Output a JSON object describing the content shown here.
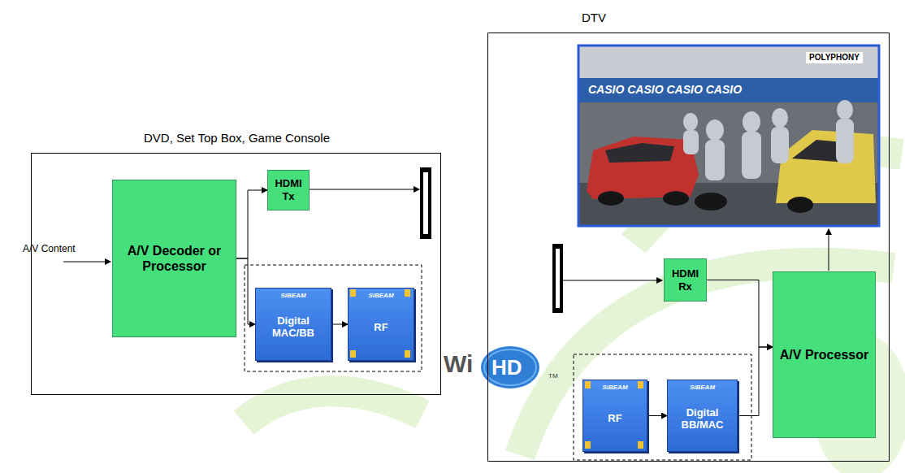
{
  "diagram": {
    "nodes": [
      {
        "text": [
          "DVD, Set Top Box, Game Console"
        ]
      },
      {
        "text": [
          "A/V Decoder or Processor"
        ],
        "in": 0
      },
      {
        "text": [
          "HDMI Tx"
        ],
        "in": 0
      },
      {
        "text": [
          "SiBEAM",
          "Digital MAC/BB"
        ],
        "in": 0
      },
      {
        "text": [
          "SiBEAM",
          "RF"
        ],
        "in": 0
      },
      {
        "text": [
          "DTV"
        ]
      },
      {
        "text": [
          "HDMI Rx"
        ],
        "in": 5
      },
      {
        "text": [
          "SiBEAM",
          "RF"
        ],
        "in": 5
      },
      {
        "text": [
          "SiBEAM",
          "Digital BB/MAC"
        ],
        "in": 5
      },
      {
        "text": [
          "A/V Processor"
        ],
        "in": 5
      }
    ],
    "edges": [
      {
        "from": 1,
        "to": 2,
        "arrow": "to"
      },
      {
        "from": 1,
        "to": 3,
        "arrow": "to"
      },
      {
        "from": 3,
        "to": 4,
        "arrow": "to"
      },
      {
        "from": 7,
        "to": 8,
        "arrow": "to"
      },
      {
        "from": 6,
        "to": 9,
        "arrow": "to"
      },
      {
        "from": 8,
        "to": 9,
        "arrow": "to"
      }
    ],
    "labels": [
      "A/V Content",
      "Wi",
      "HD",
      "TM",
      "CASIO CASIO CASIO CASIO",
      "POLYPHONY"
    ]
  }
}
